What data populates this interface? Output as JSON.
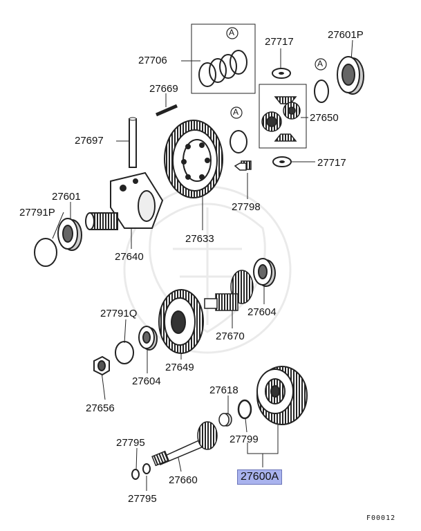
{
  "part_labels": {
    "p27706": "27706",
    "p27717a": "27717",
    "p27601p": "27601P",
    "p27669": "27669",
    "p27650": "27650",
    "p27697": "27697",
    "p27717b": "27717",
    "p27798": "27798",
    "p27601": "27601",
    "p27791p": "27791P",
    "p27633": "27633",
    "p27640": "27640",
    "p27604a": "27604",
    "p27791q": "27791Q",
    "p27670": "27670",
    "p27649": "27649",
    "p27604b": "27604",
    "p27618": "27618",
    "p27656": "27656",
    "p27799": "27799",
    "p27795a": "27795",
    "p27660": "27660",
    "p27795b": "27795",
    "p27600a": "27600A"
  },
  "ref_marks": {
    "a1": "A",
    "a2": "A",
    "a3": "A"
  },
  "figure_code": "F00012",
  "colors": {
    "highlight": "#a9b3ee",
    "ink": "#111111"
  }
}
